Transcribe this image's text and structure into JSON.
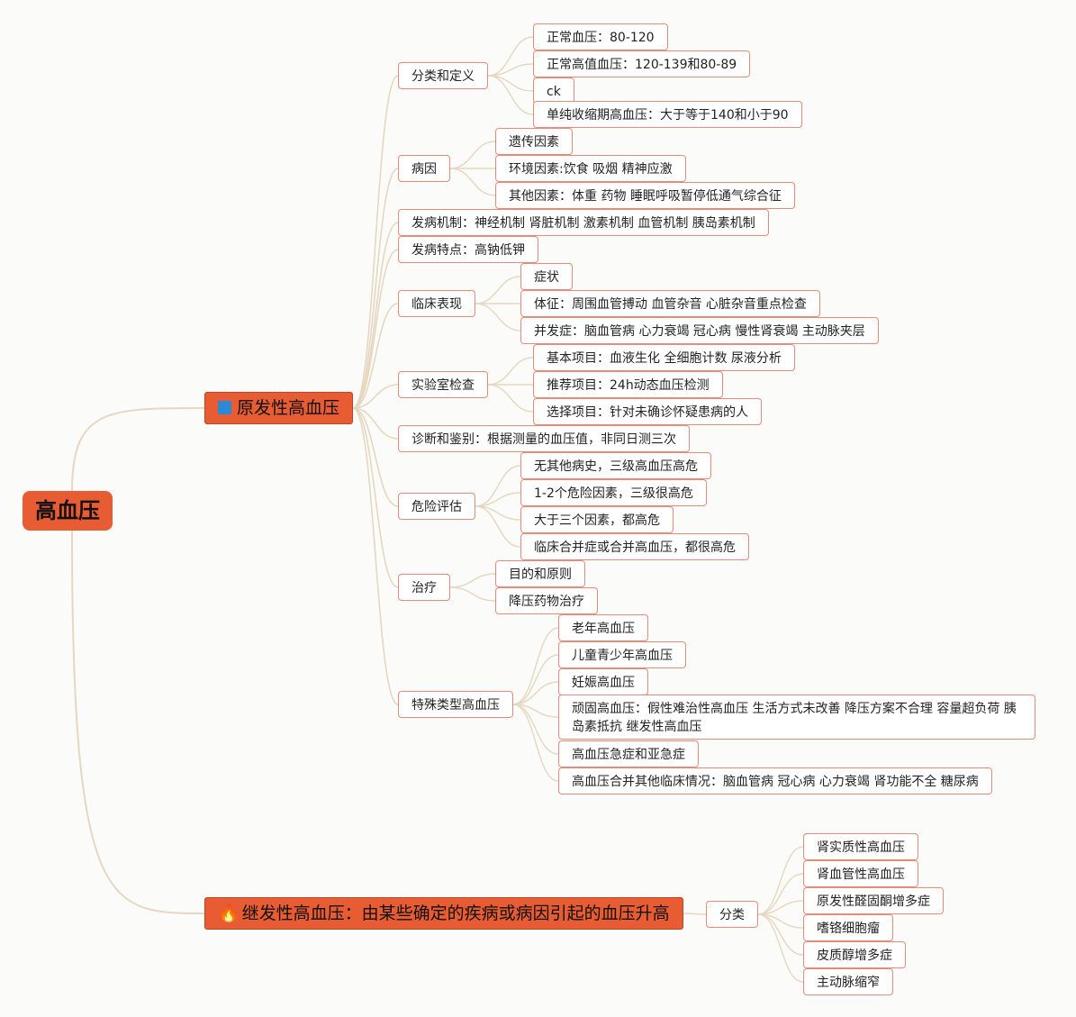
{
  "root": "高血压",
  "primary": {
    "title": "原发性高血压",
    "children": [
      {
        "label": "分类和定义",
        "children": [
          "正常血压：80-120",
          "正常高值血压：120-139和80-89",
          "ck",
          "单纯收缩期高血压：大于等于140和小于90"
        ]
      },
      {
        "label": "病因",
        "children": [
          "遗传因素",
          "环境因素:饮食 吸烟 精神应激",
          "其他因素：体重 药物 睡眠呼吸暂停低通气综合征"
        ]
      },
      {
        "label": "发病机制：神经机制 肾脏机制 激素机制 血管机制 胰岛素机制",
        "children": []
      },
      {
        "label": "发病特点：高钠低钾",
        "children": []
      },
      {
        "label": "临床表现",
        "children": [
          "症状",
          "体征：周围血管搏动 血管杂音 心脏杂音重点检查",
          "并发症：脑血管病 心力衰竭 冠心病 慢性肾衰竭 主动脉夹层"
        ]
      },
      {
        "label": "实验室检查",
        "children": [
          "基本项目：血液生化 全细胞计数 尿液分析",
          "推荐项目：24h动态血压检测",
          "选择项目：针对未确诊怀疑患病的人"
        ]
      },
      {
        "label": "诊断和鉴别：根据测量的血压值，非同日测三次",
        "children": []
      },
      {
        "label": "危险评估",
        "children": [
          "无其他病史，三级高血压高危",
          "1-2个危险因素，三级很高危",
          "大于三个因素，都高危",
          "临床合并症或合并高血压，都很高危"
        ]
      },
      {
        "label": "治疗",
        "children": [
          "目的和原则",
          "降压药物治疗"
        ]
      },
      {
        "label": "特殊类型高血压",
        "children": [
          "老年高血压",
          "儿童青少年高血压",
          "妊娠高血压",
          "顽固高血压：假性难治性高血压 生活方式未改善 降压方案不合理 容量超负荷 胰岛素抵抗 继发性高血压",
          "高血压急症和亚急症",
          "高血压合并其他临床情况：脑血管病 冠心病 心力衰竭 肾功能不全 糖尿病"
        ]
      }
    ]
  },
  "secondary": {
    "title": "继发性高血压：由某些确定的疾病或病因引起的血压升高",
    "children": [
      {
        "label": "分类",
        "children": [
          "肾实质性高血压",
          "肾血管性高血压",
          "原发性醛固酮增多症",
          "嗜铬细胞瘤",
          "皮质醇增多症",
          "主动脉缩窄"
        ]
      }
    ]
  },
  "colors": {
    "line": "#e6d7c0",
    "branch": "#e85c34",
    "leafBorder": "#e88a78",
    "square": "#2a8ad8"
  },
  "icons": {
    "primary": "blue-square-icon",
    "secondary": "fire-icon"
  }
}
